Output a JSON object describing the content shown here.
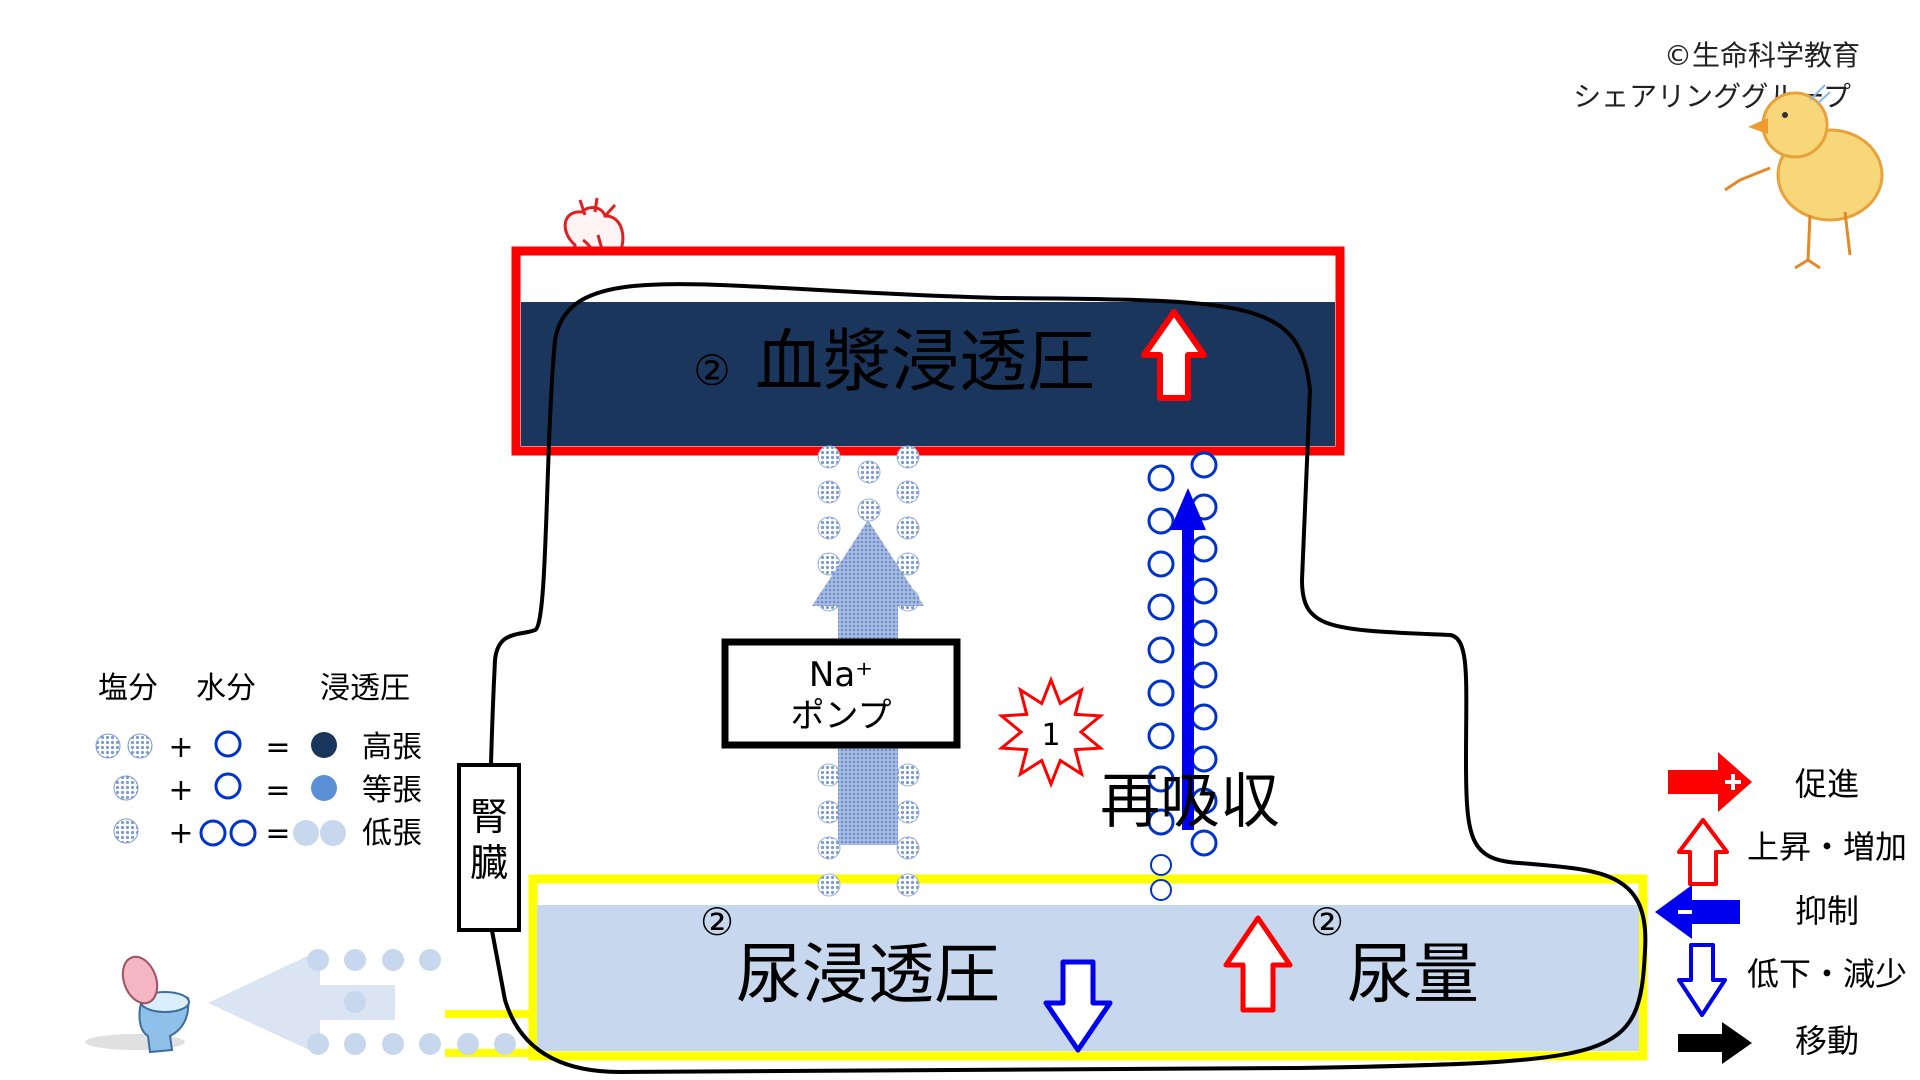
{
  "copyright": {
    "line1": "©生命科学教育",
    "line2": "シェアリンググループ"
  },
  "plasma": {
    "number": "②",
    "label": "血漿浸透圧",
    "change": "up"
  },
  "pump": {
    "line1": "Na⁺",
    "line2": "ポンプ"
  },
  "event": {
    "number": "1"
  },
  "reabsorption": {
    "label": "再吸収"
  },
  "kidney": {
    "label": "腎臓"
  },
  "urine_osmolality": {
    "number": "②",
    "label": "尿浸透圧",
    "change": "down"
  },
  "urine_volume": {
    "number": "②",
    "label": "尿量",
    "change": "up"
  },
  "solute_legend": {
    "headers": [
      "塩分",
      "水分",
      "浸透圧"
    ],
    "rows": [
      {
        "plus": "+",
        "equals": "=",
        "label": "高張"
      },
      {
        "plus": "+",
        "equals": "=",
        "label": "等張"
      },
      {
        "plus": "+",
        "equals": "=",
        "label": "低張"
      }
    ]
  },
  "arrow_legend": {
    "items": [
      "促進",
      "上昇・増加",
      "抑制",
      "低下・減少",
      "移動"
    ]
  },
  "colors": {
    "plasma_fill": "#1b365d",
    "plasma_border": "#ff0000",
    "urine_fill": "#c7d7ee",
    "urine_border": "#ffff00",
    "salt_dots": "#8fa9d8",
    "water_circles": "#0033cc",
    "reabsorption_arrow": "#0000ee",
    "pump_arrow": "#b9cbe6"
  }
}
